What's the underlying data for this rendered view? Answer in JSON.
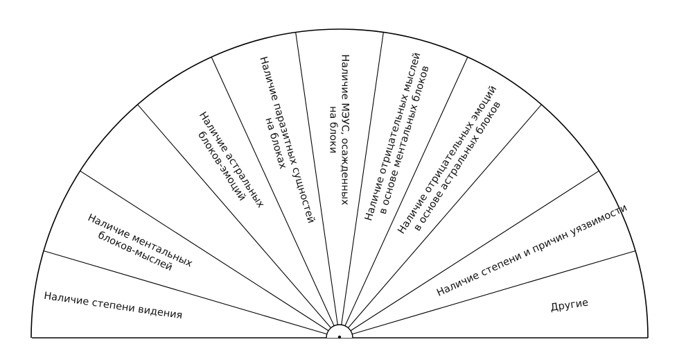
{
  "diagram": {
    "type": "semicircle-sector-chart",
    "line_color": "#000000",
    "background": "#ffffff",
    "sectors": [
      {
        "lines": [
          "Наличие степени видения"
        ]
      },
      {
        "lines": [
          "Наличие ментальных",
          "блоков-мыслей"
        ]
      },
      {
        "lines": [
          ""
        ]
      },
      {
        "lines": [
          "Наличие астральных",
          "блоков-эмоций"
        ]
      },
      {
        "lines": [
          "Наличие паразитных сущностей",
          "на блоках"
        ]
      },
      {
        "lines": [
          "Наличие МЭУС, осажденных",
          "на блоки"
        ]
      },
      {
        "lines": [
          "Наличие отрицательных мыслей",
          "в основе ментальных блоков"
        ]
      },
      {
        "lines": [
          "Наличие отрицательных эмоций",
          "в основе астральных блоков"
        ]
      },
      {
        "lines": [
          ""
        ]
      },
      {
        "lines": [
          "Наличие степени и причин уязвимости"
        ]
      },
      {
        "lines": [
          "Другие"
        ]
      }
    ]
  }
}
